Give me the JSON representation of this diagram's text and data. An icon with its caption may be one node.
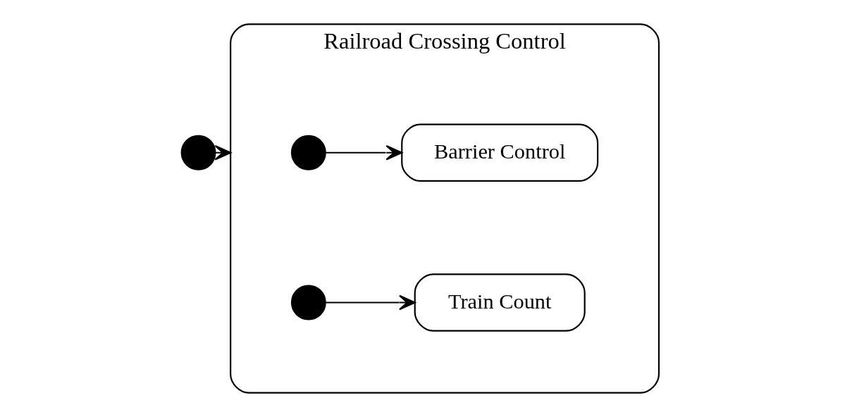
{
  "diagram": {
    "nodes": [
      {
        "text": [
          "Railroad Crossing Control"
        ]
      },
      {
        "text": [],
        "shape": "circle"
      },
      {
        "text": [],
        "shape": "circle",
        "in": 0
      },
      {
        "text": [
          "Barrier Control"
        ],
        "in": 0
      },
      {
        "text": [],
        "shape": "circle",
        "in": 0
      },
      {
        "text": [
          "Train Count"
        ],
        "in": 0
      }
    ],
    "edges": [
      {
        "from": 1,
        "to": 0,
        "arrow": "to"
      },
      {
        "from": 2,
        "to": 3,
        "arrow": "to"
      },
      {
        "from": 4,
        "to": 5,
        "arrow": "to"
      }
    ]
  }
}
